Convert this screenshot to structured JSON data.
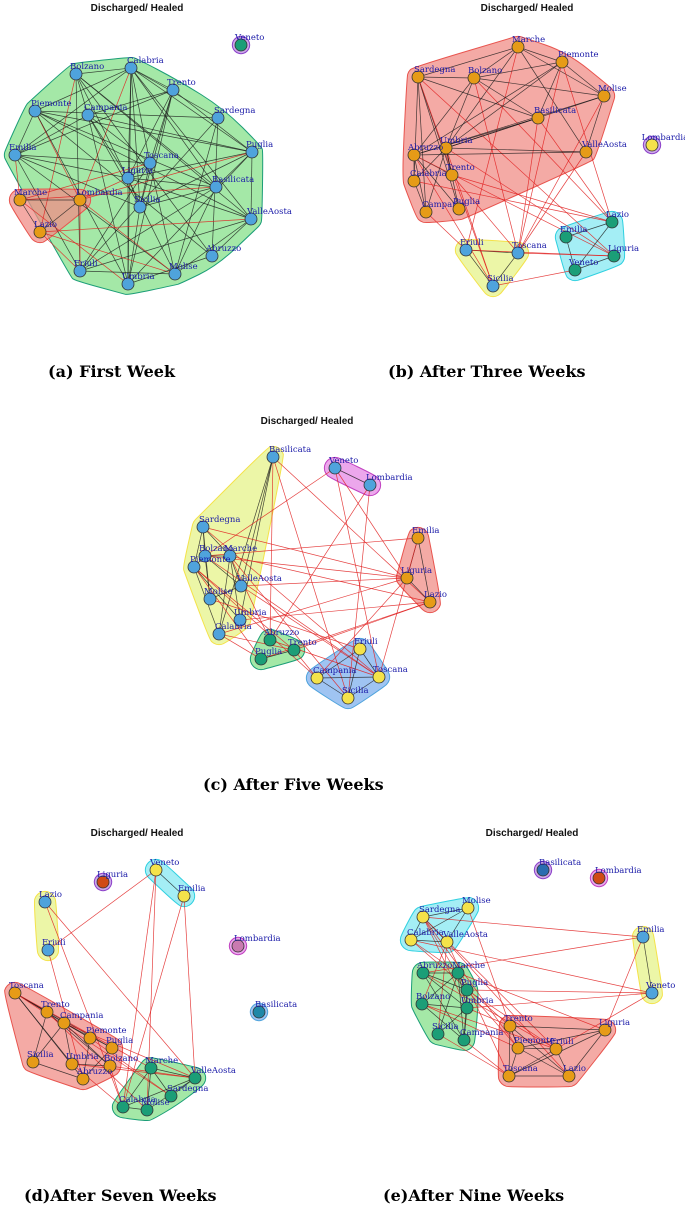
{
  "colors": {
    "red": "#e8544e",
    "green": "#1b9e77",
    "yellow": "#f4e24a",
    "orange": "#e69b17",
    "blue": "#4fa3dc",
    "purple": "#8b3fc9",
    "magenta": "#c040c0",
    "cyan": "#2fd0e0",
    "edge_intra": "#1a1a1a",
    "edge_inter": "#e02020"
  },
  "panels": [
    {
      "title": "Discharged/ Healed",
      "caption": "(a) First Week",
      "nodes": [
        {
          "id": "Veneto",
          "c": "green"
        },
        {
          "id": "Calabria",
          "c": "blue"
        },
        {
          "id": "Bolzano",
          "c": "blue"
        },
        {
          "id": "Trento",
          "c": "blue"
        },
        {
          "id": "Piemonte",
          "c": "blue"
        },
        {
          "id": "Campania",
          "c": "blue"
        },
        {
          "id": "Sardegna",
          "c": "blue"
        },
        {
          "id": "Emilia",
          "c": "blue"
        },
        {
          "id": "Toscana",
          "c": "blue"
        },
        {
          "id": "Puglia",
          "c": "blue"
        },
        {
          "id": "Liguria",
          "c": "blue"
        },
        {
          "id": "Basilicata",
          "c": "blue"
        },
        {
          "id": "Marche",
          "c": "orange"
        },
        {
          "id": "Lombardia",
          "c": "orange"
        },
        {
          "id": "Sicilia",
          "c": "blue"
        },
        {
          "id": "ValleAosta",
          "c": "blue"
        },
        {
          "id": "Lazio",
          "c": "orange"
        },
        {
          "id": "Abruzzo",
          "c": "blue"
        },
        {
          "id": "Friuli",
          "c": "blue"
        },
        {
          "id": "Umbria",
          "c": "blue"
        },
        {
          "id": "Molise",
          "c": "blue"
        }
      ],
      "groups": [
        {
          "c": "green",
          "members": [
            "Calabria",
            "Bolzano",
            "Trento",
            "Piemonte",
            "Campania",
            "Sardegna",
            "Emilia",
            "Toscana",
            "Puglia",
            "Liguria",
            "Basilicata",
            "Sicilia",
            "ValleAosta",
            "Abruzzo",
            "Friuli",
            "Umbria",
            "Molise"
          ]
        },
        {
          "c": "red",
          "members": [
            "Marche",
            "Lombardia",
            "Lazio"
          ]
        },
        {
          "c": "purple",
          "members": [
            "Veneto"
          ]
        }
      ]
    },
    {
      "title": "Discharged/ Healed",
      "caption": "(b) After Three Weeks",
      "nodes": [
        {
          "id": "Marche",
          "c": "orange"
        },
        {
          "id": "Sardegna",
          "c": "orange"
        },
        {
          "id": "Bolzano",
          "c": "orange"
        },
        {
          "id": "Piemonte",
          "c": "orange"
        },
        {
          "id": "Molise",
          "c": "orange"
        },
        {
          "id": "Basilicata",
          "c": "orange"
        },
        {
          "id": "Umbria",
          "c": "orange"
        },
        {
          "id": "Abruzzo",
          "c": "orange"
        },
        {
          "id": "ValleAosta",
          "c": "orange"
        },
        {
          "id": "Lombardia",
          "c": "yellow"
        },
        {
          "id": "Calabria",
          "c": "orange"
        },
        {
          "id": "Trento",
          "c": "orange"
        },
        {
          "id": "Campania",
          "c": "orange"
        },
        {
          "id": "Puglia",
          "c": "orange"
        },
        {
          "id": "Lazio",
          "c": "green"
        },
        {
          "id": "Emilia",
          "c": "green"
        },
        {
          "id": "Friuli",
          "c": "blue"
        },
        {
          "id": "Toscana",
          "c": "blue"
        },
        {
          "id": "Liguria",
          "c": "green"
        },
        {
          "id": "Veneto",
          "c": "green"
        },
        {
          "id": "Sicilia",
          "c": "blue"
        }
      ],
      "groups": [
        {
          "c": "red",
          "members": [
            "Marche",
            "Sardegna",
            "Bolzano",
            "Piemonte",
            "Molise",
            "Basilicata",
            "Umbria",
            "Abruzzo",
            "ValleAosta",
            "Calabria",
            "Trento",
            "Campania",
            "Puglia"
          ]
        },
        {
          "c": "cyan",
          "members": [
            "Lazio",
            "Emilia",
            "Liguria",
            "Veneto"
          ]
        },
        {
          "c": "yellow",
          "members": [
            "Friuli",
            "Toscana",
            "Sicilia"
          ]
        },
        {
          "c": "purple",
          "members": [
            "Lombardia"
          ]
        }
      ]
    },
    {
      "title": "Discharged/ Healed",
      "caption": "(c) After Five Weeks",
      "nodes": [
        {
          "id": "Basilicata",
          "c": "blue"
        },
        {
          "id": "Veneto",
          "c": "blue"
        },
        {
          "id": "Lombardia",
          "c": "blue"
        },
        {
          "id": "Sardegna",
          "c": "blue"
        },
        {
          "id": "Emilia",
          "c": "orange"
        },
        {
          "id": "Bolzano",
          "c": "blue"
        },
        {
          "id": "Marche",
          "c": "blue"
        },
        {
          "id": "Piemonte",
          "c": "blue"
        },
        {
          "id": "ValleAosta",
          "c": "blue"
        },
        {
          "id": "Liguria",
          "c": "orange"
        },
        {
          "id": "Molise",
          "c": "blue"
        },
        {
          "id": "Lazio",
          "c": "orange"
        },
        {
          "id": "Abruzzo",
          "c": "green"
        },
        {
          "id": "Umbria",
          "c": "blue"
        },
        {
          "id": "Calabria",
          "c": "blue"
        },
        {
          "id": "Trento",
          "c": "green"
        },
        {
          "id": "Friuli",
          "c": "yellow"
        },
        {
          "id": "Puglia",
          "c": "green"
        },
        {
          "id": "Campania",
          "c": "yellow"
        },
        {
          "id": "Toscana",
          "c": "yellow"
        },
        {
          "id": "Sicilia",
          "c": "yellow"
        }
      ],
      "groups": [
        {
          "c": "yellow",
          "members": [
            "Basilicata",
            "Sardegna",
            "Bolzano",
            "Marche",
            "Piemonte",
            "ValleAosta",
            "Molise",
            "Umbria",
            "Calabria"
          ]
        },
        {
          "c": "magenta",
          "members": [
            "Veneto",
            "Lombardia"
          ]
        },
        {
          "c": "red",
          "members": [
            "Emilia",
            "Liguria",
            "Lazio"
          ]
        },
        {
          "c": "green",
          "members": [
            "Abruzzo",
            "Trento",
            "Puglia"
          ]
        },
        {
          "c": "blue",
          "members": [
            "Friuli",
            "Campania",
            "Toscana",
            "Sicilia"
          ]
        }
      ]
    },
    {
      "title": "Discharged/ Healed",
      "caption": "(d)After Seven Weeks",
      "nodes": [
        {
          "id": "Veneto",
          "c": "yellow"
        },
        {
          "id": "Liguria",
          "c": "red"
        },
        {
          "id": "Lazio",
          "c": "blue"
        },
        {
          "id": "Emilia",
          "c": "yellow"
        },
        {
          "id": "Friuli",
          "c": "blue"
        },
        {
          "id": "Lombardia",
          "c": "mauve"
        },
        {
          "id": "Toscana",
          "c": "orange"
        },
        {
          "id": "Trento",
          "c": "orange"
        },
        {
          "id": "Campania",
          "c": "orange"
        },
        {
          "id": "Basilicata",
          "c": "teal"
        },
        {
          "id": "Piemonte",
          "c": "orange"
        },
        {
          "id": "Puglia",
          "c": "orange"
        },
        {
          "id": "Sicilia",
          "c": "orange"
        },
        {
          "id": "Umbria",
          "c": "orange"
        },
        {
          "id": "Bolzano",
          "c": "orange"
        },
        {
          "id": "Marche",
          "c": "green"
        },
        {
          "id": "ValleAosta",
          "c": "green"
        },
        {
          "id": "Abruzzo",
          "c": "orange"
        },
        {
          "id": "Sardegna",
          "c": "green"
        },
        {
          "id": "Calabria",
          "c": "green"
        },
        {
          "id": "Molise",
          "c": "green"
        }
      ],
      "groups": [
        {
          "c": "red",
          "members": [
            "Toscana",
            "Trento",
            "Campania",
            "Piemonte",
            "Puglia",
            "Sicilia",
            "Umbria",
            "Bolzano",
            "Abruzzo"
          ]
        },
        {
          "c": "green",
          "members": [
            "Marche",
            "ValleAosta",
            "Sardegna",
            "Calabria",
            "Molise"
          ]
        },
        {
          "c": "yellow",
          "members": [
            "Lazio",
            "Friuli"
          ]
        },
        {
          "c": "cyan",
          "members": [
            "Veneto",
            "Emilia"
          ]
        },
        {
          "c": "purple",
          "members": [
            "Liguria"
          ]
        },
        {
          "c": "magenta",
          "members": [
            "Lombardia"
          ]
        },
        {
          "c": "blue",
          "members": [
            "Basilicata"
          ]
        }
      ]
    },
    {
      "title": "Discharged/ Healed",
      "caption": "(e)After Nine Weeks",
      "nodes": [
        {
          "id": "Basilicata",
          "c": "navy"
        },
        {
          "id": "Lombardia",
          "c": "red"
        },
        {
          "id": "Sardegna",
          "c": "yellow"
        },
        {
          "id": "Molise",
          "c": "yellow"
        },
        {
          "id": "Calabria",
          "c": "yellow"
        },
        {
          "id": "ValleAosta",
          "c": "yellow"
        },
        {
          "id": "Emilia",
          "c": "blue"
        },
        {
          "id": "Veneto",
          "c": "blue"
        },
        {
          "id": "Abruzzo",
          "c": "green"
        },
        {
          "id": "Marche",
          "c": "green"
        },
        {
          "id": "Puglia",
          "c": "green"
        },
        {
          "id": "Bolzano",
          "c": "green"
        },
        {
          "id": "Umbria",
          "c": "green"
        },
        {
          "id": "Trento",
          "c": "orange"
        },
        {
          "id": "Liguria",
          "c": "orange"
        },
        {
          "id": "Sicilia",
          "c": "green"
        },
        {
          "id": "Campania",
          "c": "green"
        },
        {
          "id": "Piemonte",
          "c": "orange"
        },
        {
          "id": "Friuli",
          "c": "orange"
        },
        {
          "id": "Toscana",
          "c": "orange"
        },
        {
          "id": "Lazio",
          "c": "orange"
        }
      ],
      "groups": [
        {
          "c": "cyan",
          "members": [
            "Sardegna",
            "Molise",
            "Calabria",
            "ValleAosta"
          ]
        },
        {
          "c": "green",
          "members": [
            "Abruzzo",
            "Marche",
            "Puglia",
            "Bolzano",
            "Umbria",
            "Sicilia",
            "Campania"
          ]
        },
        {
          "c": "red",
          "members": [
            "Trento",
            "Liguria",
            "Piemonte",
            "Friuli",
            "Toscana",
            "Lazio"
          ]
        },
        {
          "c": "yellow",
          "members": [
            "Emilia",
            "Veneto"
          ]
        },
        {
          "c": "purple",
          "members": [
            "Basilicata"
          ]
        },
        {
          "c": "magenta",
          "members": [
            "Lombardia"
          ]
        }
      ]
    }
  ]
}
